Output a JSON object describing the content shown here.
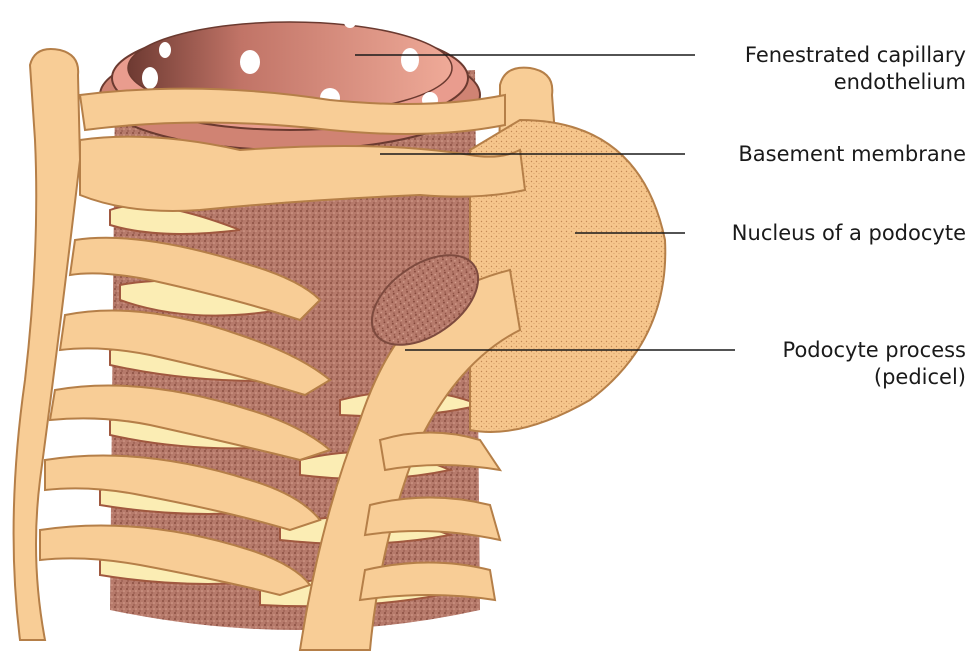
{
  "colors": {
    "process": "#f8cd96",
    "process_edge": "#c9955b",
    "slit_fill": "#fbedb4",
    "basement": "#b57a6c",
    "basement_dark": "#8e5246",
    "endothelium": "#e99c8e",
    "endothelium_inner": "#d97e72",
    "leader_line": "#1a1a1a"
  },
  "labels": [
    {
      "id": "fenestrated",
      "lines": [
        "Fenestrated capillary",
        "endothelium"
      ]
    },
    {
      "id": "basement",
      "lines": [
        "Basement membrane"
      ]
    },
    {
      "id": "nucleus",
      "lines": [
        "Nucleus of a podocyte"
      ]
    },
    {
      "id": "pedicel",
      "lines": [
        "Podocyte process",
        "(pedicel)"
      ]
    }
  ]
}
